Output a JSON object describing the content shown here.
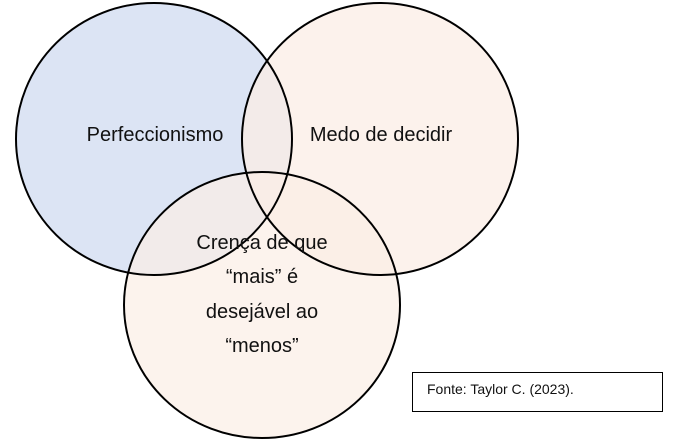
{
  "diagram": {
    "type": "venn",
    "circles": [
      {
        "id": "perfeccionismo",
        "label_lines": [
          "Perfeccionismo"
        ],
        "fill": "#dae3f3"
      },
      {
        "id": "medo",
        "label_lines": [
          "Medo de decidir"
        ],
        "fill": "#fbeee5"
      },
      {
        "id": "crenca",
        "label_lines": [
          "Crença de que",
          "“mais” é",
          "desejável ao",
          "“menos”"
        ],
        "fill": "#fbeee5"
      }
    ],
    "stroke_color": "#000000"
  },
  "source": {
    "text": "Fonte: Taylor C. (2023)."
  }
}
